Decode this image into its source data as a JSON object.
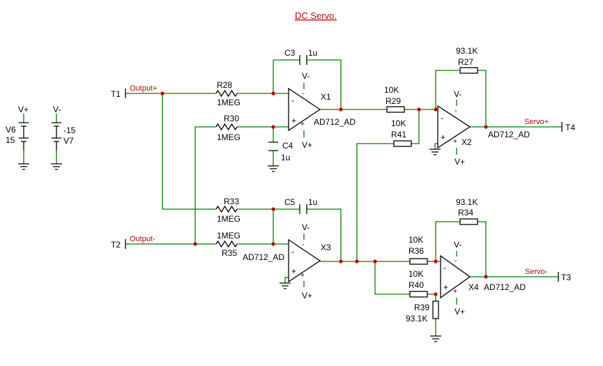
{
  "title": "DC Servo.",
  "terminals": {
    "t1": "T1",
    "t2": "T2",
    "t3": "T3",
    "t4": "T4"
  },
  "nets": {
    "output_plus": "Output+",
    "output_minus": "Output-",
    "servo_plus": "Servo+",
    "servo_minus": "Servo-"
  },
  "sources": {
    "v6": {
      "ref": "V6",
      "net": "V+",
      "value": "15"
    },
    "v7": {
      "ref": "V7",
      "net": "V-",
      "value": "-15"
    }
  },
  "opamps": [
    {
      "ref": "X1",
      "model": "AD712_AD",
      "vneg": "V-",
      "vpos": "V+"
    },
    {
      "ref": "X2",
      "model": "AD712_AD",
      "vneg": "V-",
      "vpos": "V+"
    },
    {
      "ref": "X3",
      "model": "AD712_AD",
      "vneg": "V-",
      "vpos": "V+"
    },
    {
      "ref": "X4",
      "model": "AD712_AD",
      "vneg": "V-",
      "vpos": "V+"
    }
  ],
  "pins": {
    "minus": "-",
    "plus": "+"
  },
  "resistors": {
    "r28": {
      "ref": "R28",
      "value": "1MEG"
    },
    "r30": {
      "ref": "R30",
      "value": "1MEG"
    },
    "r33": {
      "ref": "R33",
      "value": "1MEG"
    },
    "r35": {
      "ref": "R35",
      "value": "1MEG"
    },
    "r29": {
      "ref": "R29",
      "value": "10K"
    },
    "r41": {
      "ref": "R41",
      "value": "10K"
    },
    "r27": {
      "ref": "R27",
      "value": "93.1K"
    },
    "r36": {
      "ref": "R36",
      "value": "10K"
    },
    "r40": {
      "ref": "R40",
      "value": "10K"
    },
    "r34": {
      "ref": "R34",
      "value": "93.1K"
    },
    "r39": {
      "ref": "R39",
      "value": "93.1K"
    }
  },
  "capacitors": {
    "c3": {
      "ref": "C3",
      "value": "1u"
    },
    "c4": {
      "ref": "C4",
      "value": "1u"
    },
    "c5": {
      "ref": "C5",
      "value": "1u"
    }
  },
  "colors": {
    "wire": "#008000",
    "component": "#000000",
    "net_label": "#c00000",
    "junction": "#c00000"
  }
}
